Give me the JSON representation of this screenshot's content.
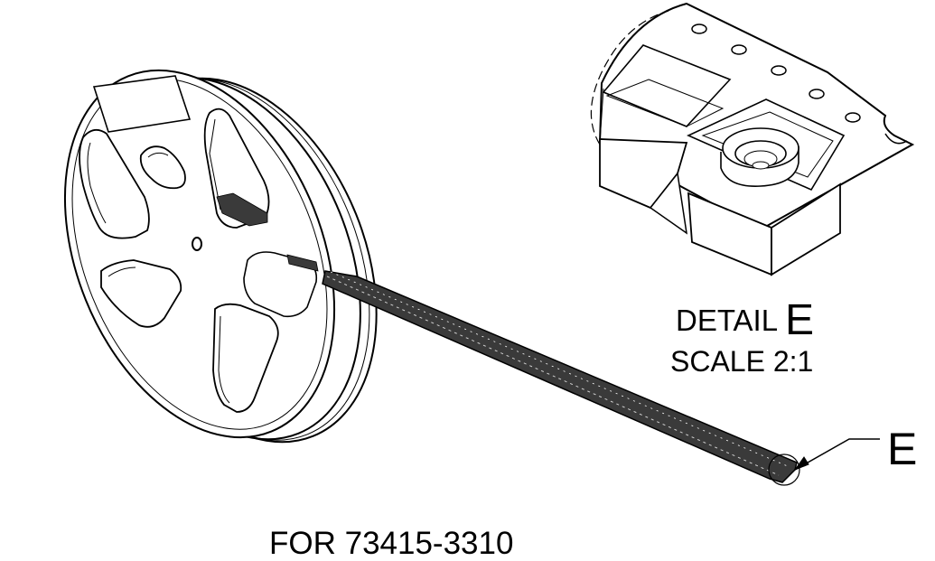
{
  "detail": {
    "title_word": "DETAIL",
    "title_letter": "E",
    "scale": "SCALE 2:1"
  },
  "callout": {
    "letter": "E"
  },
  "caption": "FOR 73415-3310",
  "colors": {
    "line": "#000000",
    "tape": "#3a3a3a",
    "paper": "#ffffff"
  }
}
